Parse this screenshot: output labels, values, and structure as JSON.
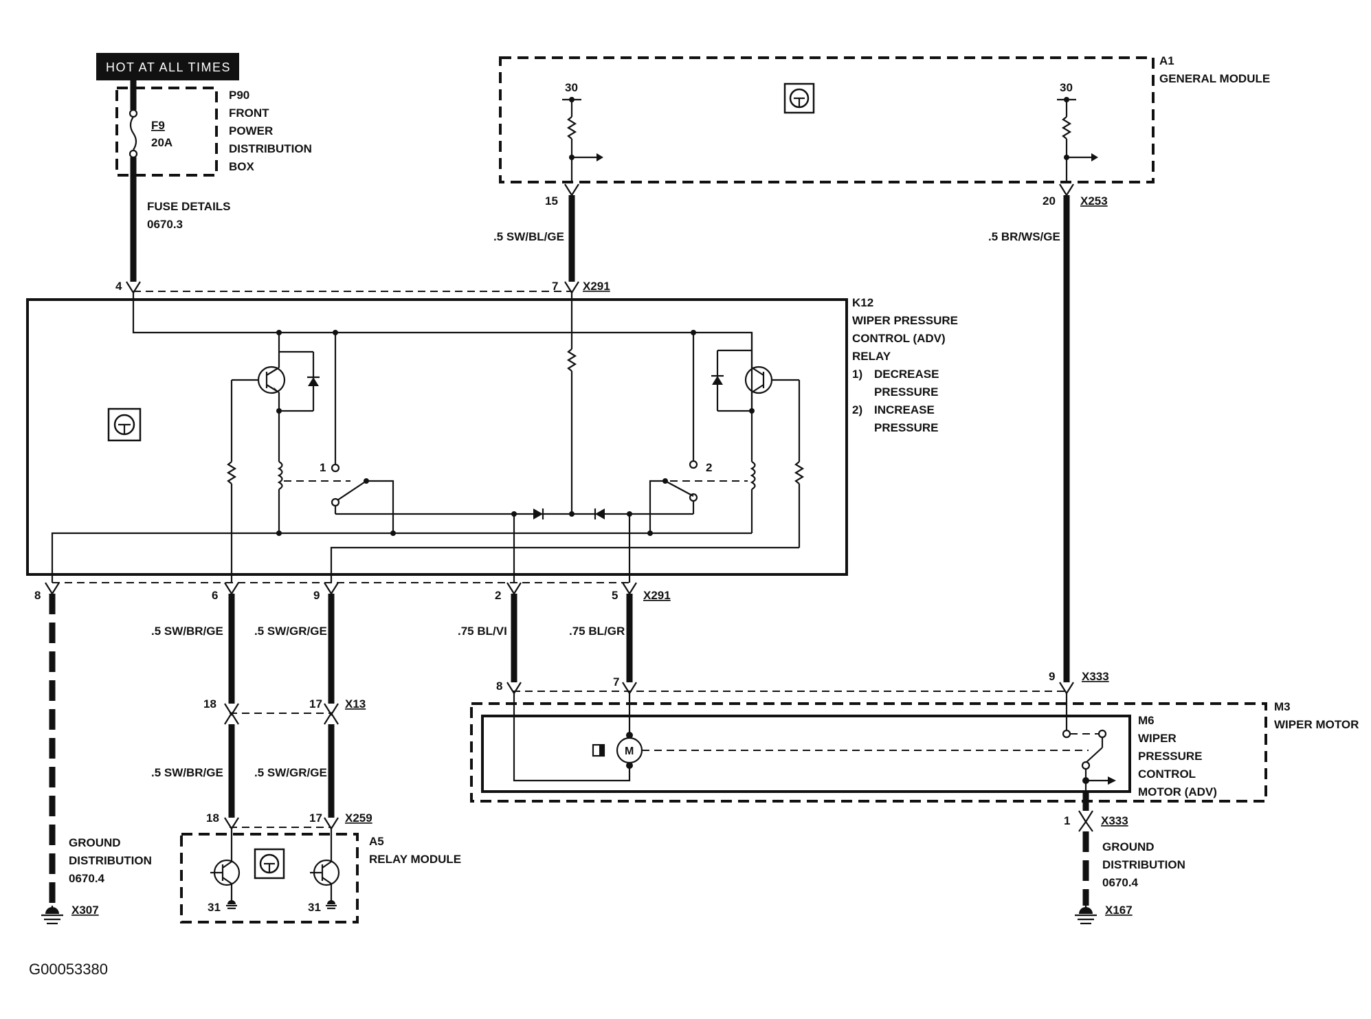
{
  "figure_id": "G00053380",
  "power": {
    "hot_label": "HOT AT ALL TIMES"
  },
  "fuse_box": {
    "id": "P90",
    "lines": [
      "FRONT",
      "POWER",
      "DISTRIBUTION",
      "BOX"
    ],
    "fuse_id": "F9",
    "fuse_rating": "20A"
  },
  "fuse_details": {
    "line1": "FUSE DETAILS",
    "line2": "0670.3"
  },
  "general_module": {
    "id": "A1",
    "name": "GENERAL MODULE",
    "left_pin": "30",
    "right_pin": "30"
  },
  "relay": {
    "id": "K12",
    "lines": [
      "WIPER PRESSURE",
      "CONTROL (ADV)",
      "RELAY"
    ],
    "opt1_num": "1)",
    "opt1_line1": "DECREASE",
    "opt1_line2": "PRESSURE",
    "opt2_num": "2)",
    "opt2_line1": "INCREASE",
    "opt2_line2": "PRESSURE",
    "switch1": "1",
    "switch2": "2"
  },
  "wires": {
    "a1_k12": {
      "pin_top": "15",
      "color": ".5 SW/BL/GE",
      "pin_bottom": "7"
    },
    "a1_m6": {
      "pin_top": "20",
      "connector_top": "X253",
      "color": ".5 BR/WS/GE",
      "pin_bottom": "9",
      "connector_bottom": "X333"
    },
    "fuse_k12": {
      "pin": "4"
    },
    "k12_connector_top": "X291",
    "k12_connector_bottom": "X291",
    "k12_ground": {
      "pin": "8"
    },
    "k12_a5_left": {
      "pin_k12": "6",
      "color1": ".5 SW/BR/GE",
      "pin_x13": "18",
      "color2": ".5 SW/BR/GE",
      "pin_a5": "18"
    },
    "k12_a5_right": {
      "pin_k12": "9",
      "color1": ".5 SW/GR/GE",
      "pin_x13": "17",
      "color2": ".5 SW/GR/GE",
      "pin_a5": "17"
    },
    "k12_m6_left": {
      "pin_k12": "2",
      "color": ".75 BL/VI",
      "pin_m6": "8"
    },
    "k12_m6_right": {
      "pin_k12": "5",
      "color": ".75 BL/GR",
      "pin_m6": "7"
    },
    "x13": "X13",
    "x259": "X259"
  },
  "relay_module": {
    "id": "A5",
    "name": "RELAY MODULE",
    "gnd_left": "31",
    "gnd_right": "31"
  },
  "ground_left": {
    "lines": [
      "GROUND",
      "DISTRIBUTION",
      "0670.4"
    ],
    "connector": "X307"
  },
  "ground_right": {
    "pin": "1",
    "connector_top": "X333",
    "lines": [
      "GROUND",
      "DISTRIBUTION",
      "0670.4"
    ],
    "connector": "X167"
  },
  "wiper_motor": {
    "id": "M3",
    "name": "WIPER MOTOR",
    "motor_symbol": "M"
  },
  "pressure_motor": {
    "id": "M6",
    "lines": [
      "WIPER",
      "PRESSURE",
      "CONTROL",
      "MOTOR (ADV)"
    ]
  }
}
